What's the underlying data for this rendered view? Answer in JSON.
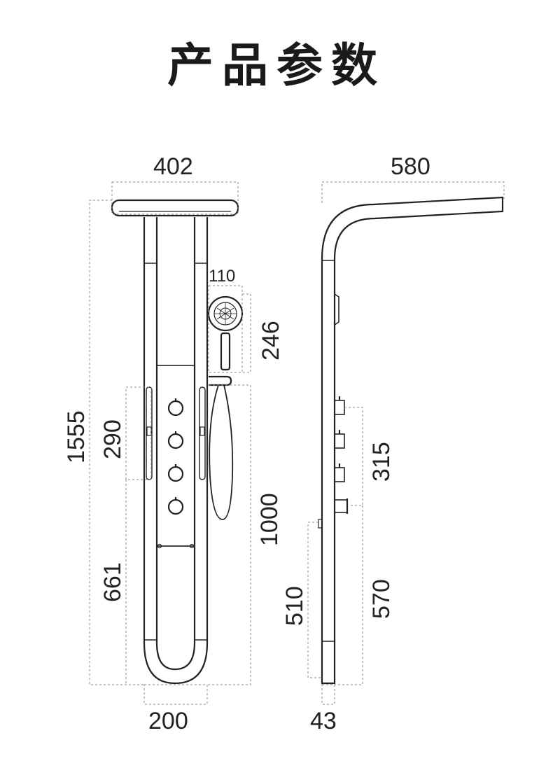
{
  "title": "产品参数",
  "dimensions": {
    "front_width_top": "402",
    "handshower_width": "110",
    "handshower_height": "246",
    "total_height": "1555",
    "jets_height": "290",
    "lower_height": "661",
    "hose_length": "1000",
    "bottom_width": "200",
    "side_depth_top": "580",
    "side_valves_height": "315",
    "side_lower_height": "510",
    "side_lower_height_right": "570",
    "side_thickness": "43"
  }
}
